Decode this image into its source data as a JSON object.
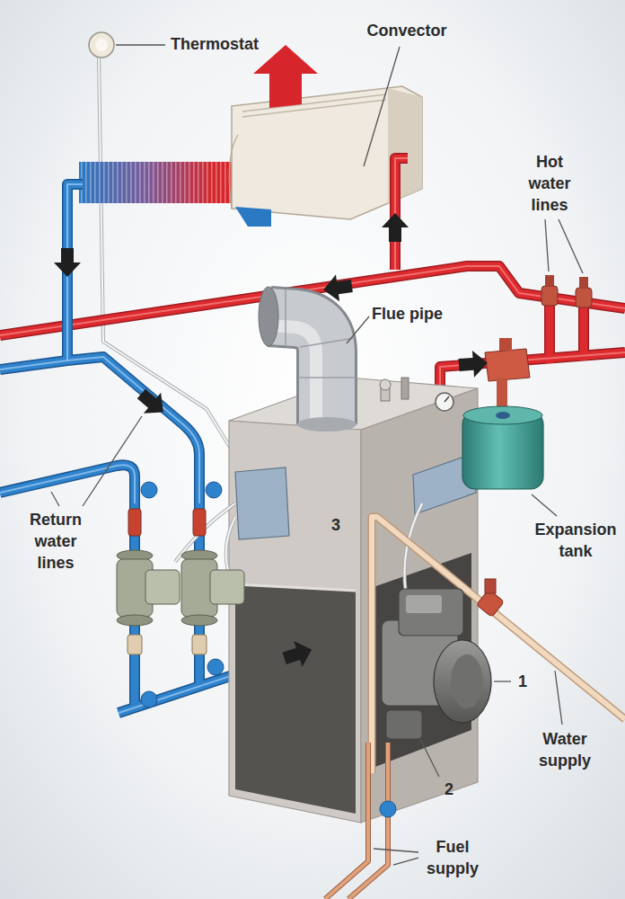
{
  "diagram": {
    "labels": [
      "Thermostat",
      "Convector",
      "Hot water lines",
      "Flue pipe",
      "Return water lines",
      "3",
      "Expansion tank",
      "1",
      "Water supply",
      "2",
      "Fuel supply"
    ]
  }
}
